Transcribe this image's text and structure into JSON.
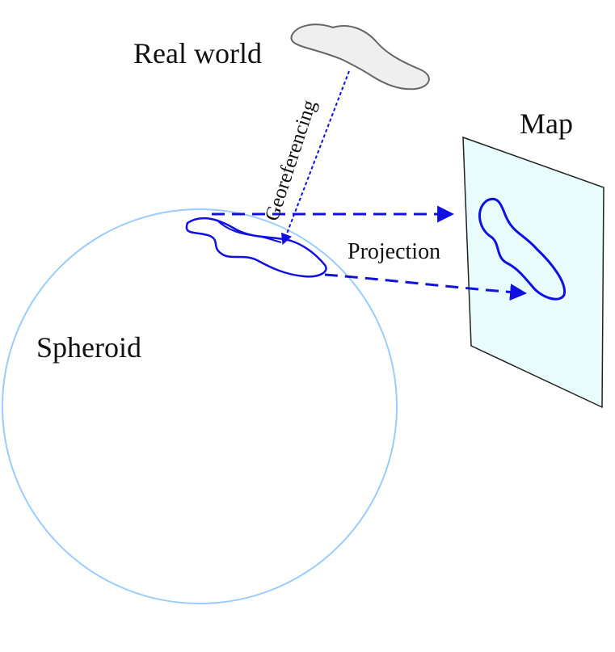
{
  "labels": {
    "real_world": "Real world",
    "map": "Map",
    "spheroid": "Spheroid",
    "projection": "Projection",
    "georeferencing": "Georeferencing"
  },
  "colors": {
    "background": "#ffffff",
    "spheroid_outline": "#99ccff",
    "region_outline": "#1010e0",
    "arrow": "#1010e0",
    "real_world_fill": "#efefef",
    "real_world_stroke": "#666666",
    "map_fill": "#e8fcfc",
    "map_stroke": "#222222",
    "text": "#111111"
  }
}
